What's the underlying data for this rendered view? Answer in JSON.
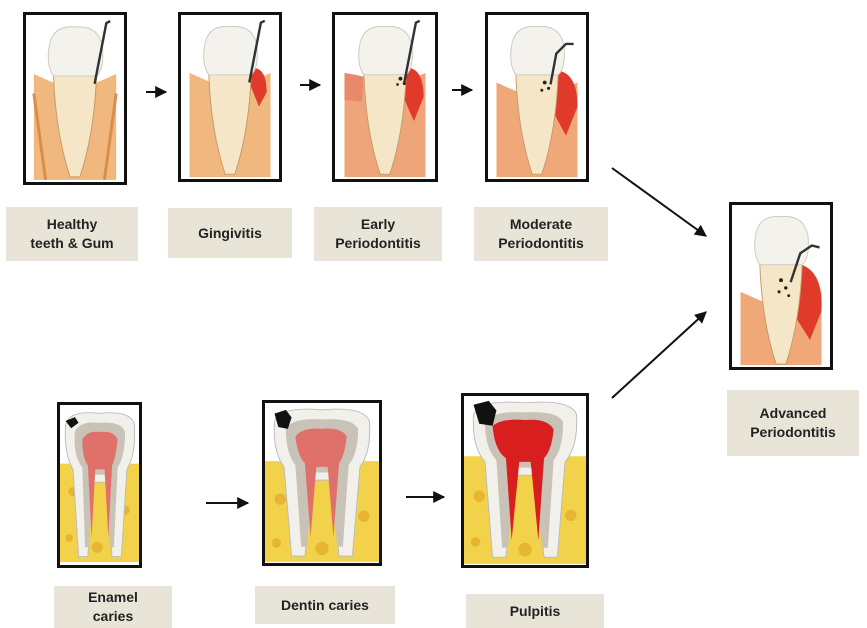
{
  "stages": {
    "healthy": {
      "label": "Healthy\nteeth & Gum",
      "icon": "healthy-tooth-gum-icon"
    },
    "gingivitis": {
      "label": "Gingivitis",
      "icon": "gingivitis-tooth-icon"
    },
    "early": {
      "label": "Early\nPeriodontitis",
      "icon": "early-periodontitis-tooth-icon"
    },
    "moderate": {
      "label": "Moderate\nPeriodontitis",
      "icon": "moderate-periodontitis-tooth-icon"
    },
    "advanced": {
      "label": "Advanced\nPeriodontitis",
      "icon": "advanced-periodontitis-tooth-icon"
    },
    "enamel": {
      "label": "Enamel\ncaries",
      "icon": "enamel-caries-tooth-icon"
    },
    "dentin": {
      "label": "Dentin caries",
      "icon": "dentin-caries-tooth-icon"
    },
    "pulpitis": {
      "label": "Pulpitis",
      "icon": "pulpitis-tooth-icon"
    }
  },
  "colors": {
    "label_bg": "#e8e5d8",
    "enamel": "#f2f0ea",
    "gum_healthy": "#f0b77e",
    "gum_inflamed": "#e03a2a",
    "dentin": "#c9c2b6",
    "pulp": "#e0706a",
    "bone": "#f2d24a"
  }
}
